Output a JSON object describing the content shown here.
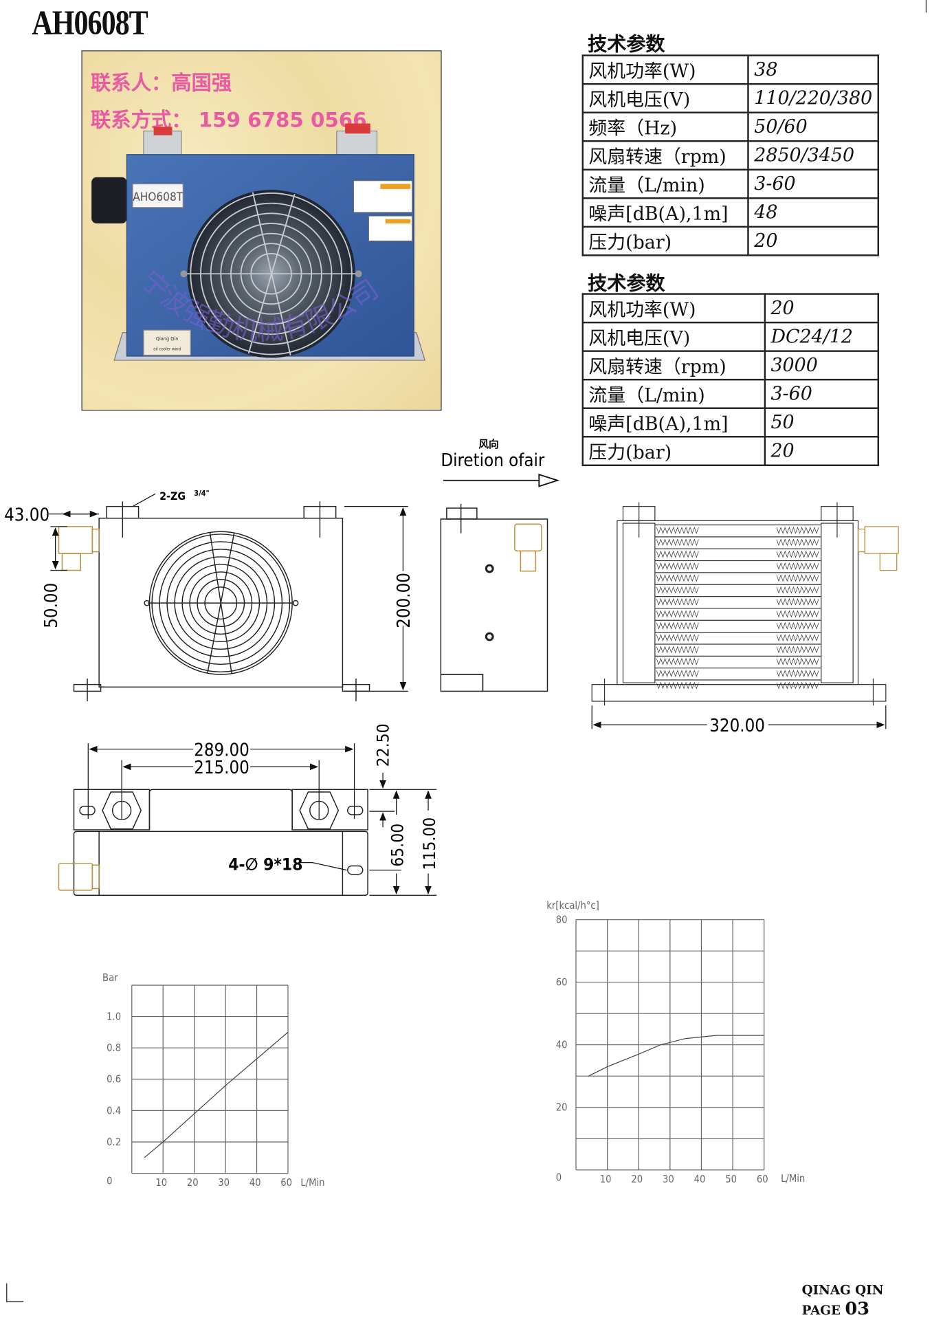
{
  "title": "AH0608T",
  "photo": {
    "contact_person": "联系人：高国强",
    "contact_method": "联系方式： 159 6785 0566",
    "nameplate": "AHO608T",
    "brand_label": "Qiang Qin",
    "brand_sublabel": "oil cooler wind",
    "watermark": "宁波强勤机械有限公司",
    "colors": {
      "contact_text": "#e85aa3",
      "body": "#3a63a8",
      "background": "#f1e0a8"
    }
  },
  "spec_tables": [
    {
      "heading": "技术参数",
      "rows": [
        {
          "label": "风机功率(W)",
          "value": "38"
        },
        {
          "label": "风机电压(V)",
          "value": "110/220/380"
        },
        {
          "label": "频率（Hz)",
          "value": "50/60"
        },
        {
          "label": "风扇转速（rpm)",
          "value": "2850/3450"
        },
        {
          "label": "流量（L/min)",
          "value": "3-60"
        },
        {
          "label": "噪声[dB(A),1m]",
          "value": "48"
        },
        {
          "label": "压力(bar)",
          "value": "20"
        }
      ]
    },
    {
      "heading": "技术参数",
      "rows": [
        {
          "label": "风机功率(W)",
          "value": "20"
        },
        {
          "label": "风机电压(V)",
          "value": "DC24/12"
        },
        {
          "label": "风扇转速（rpm)",
          "value": "3000"
        },
        {
          "label": "流量（L/min)",
          "value": "3-60"
        },
        {
          "label": "噪声[dB(A),1m]",
          "value": "50"
        },
        {
          "label": "压力(bar)",
          "value": "20"
        }
      ]
    }
  ],
  "air_direction": {
    "cn": "风向",
    "en": "Diretion ofair"
  },
  "dimensions": {
    "connector_offset": "43.00",
    "connector_height": "50.00",
    "port_spec": "2-ZG",
    "port_size": "3/4\"",
    "height": "200.00",
    "width": "320.00",
    "mount_span": "289.00",
    "port_span": "215.00",
    "flange_offset": "22.50",
    "mount_depth": "65.00",
    "depth": "115.00",
    "mount_holes": "4-∅ 9*18"
  },
  "chart_data": [
    {
      "type": "line",
      "ylabel": "Bar",
      "xlabel": "L/Min",
      "x_ticks": [
        "0",
        "10",
        "20",
        "30",
        "40",
        "60"
      ],
      "y_ticks": [
        "0",
        "0.2",
        "0.4",
        "0.6",
        "0.8",
        "1.0"
      ],
      "ylim": [
        0,
        1.2
      ],
      "grid": true,
      "series": [
        {
          "x": [
            4,
            10,
            20,
            30,
            40,
            60
          ],
          "y": [
            0.1,
            0.2,
            0.38,
            0.56,
            0.73,
            0.9
          ]
        }
      ]
    },
    {
      "type": "line",
      "ylabel": "kr[kcal/h°c]",
      "xlabel": "L/Min",
      "x_ticks": [
        "0",
        "10",
        "20",
        "30",
        "40",
        "50",
        "60"
      ],
      "y_ticks": [
        "0",
        "20",
        "40",
        "60",
        "80"
      ],
      "xlim": [
        0,
        60
      ],
      "ylim": [
        0,
        80
      ],
      "grid": true,
      "series": [
        {
          "x": [
            4,
            10,
            20,
            27,
            35,
            45,
            60
          ],
          "y": [
            30,
            33,
            37,
            40,
            42,
            43,
            43
          ]
        }
      ]
    }
  ],
  "footer": {
    "company": "QINAG QIN",
    "page_label": "PAGE",
    "page_number": "03"
  }
}
